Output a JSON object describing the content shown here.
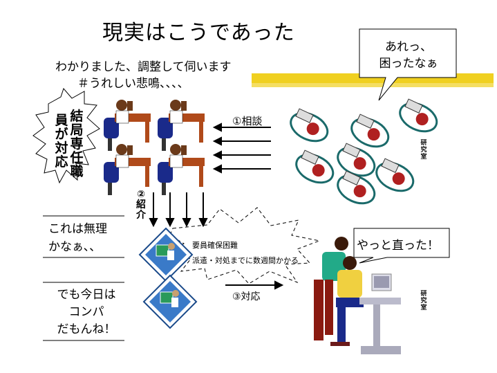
{
  "title": "現実はこうであった",
  "subtitle_line1": "わかりました、調整して伺います",
  "subtitle_line2": "＃うれしい悲鳴、、、、",
  "left_burst": {
    "col1": "員が対応",
    "col2": "結局専任職"
  },
  "callout_top_right": {
    "line1": "あれっ、",
    "line2": "困ったなぁ"
  },
  "arrow_label_1": "①相談",
  "arrow_label_2": "②紹介",
  "arrow_label_3": "③対応",
  "note_left_1": {
    "line1": "これは無理",
    "line2": "かなぁ、、"
  },
  "note_left_2": {
    "line1": "でも今日は",
    "line2": "コンパ",
    "line3": "だもんね！"
  },
  "burst_center": {
    "line1": "要員確保困難",
    "line2": "派遣・対処までに数週間かかる"
  },
  "callout_fixed": "やっと直った！",
  "lab_label_1": "研究室",
  "lab_label_2": "研究室",
  "colors": {
    "highlight": "#f0d020",
    "chair": "#1a2a8a",
    "desk": "#b04a1a",
    "shirt": "#22aa88"
  }
}
